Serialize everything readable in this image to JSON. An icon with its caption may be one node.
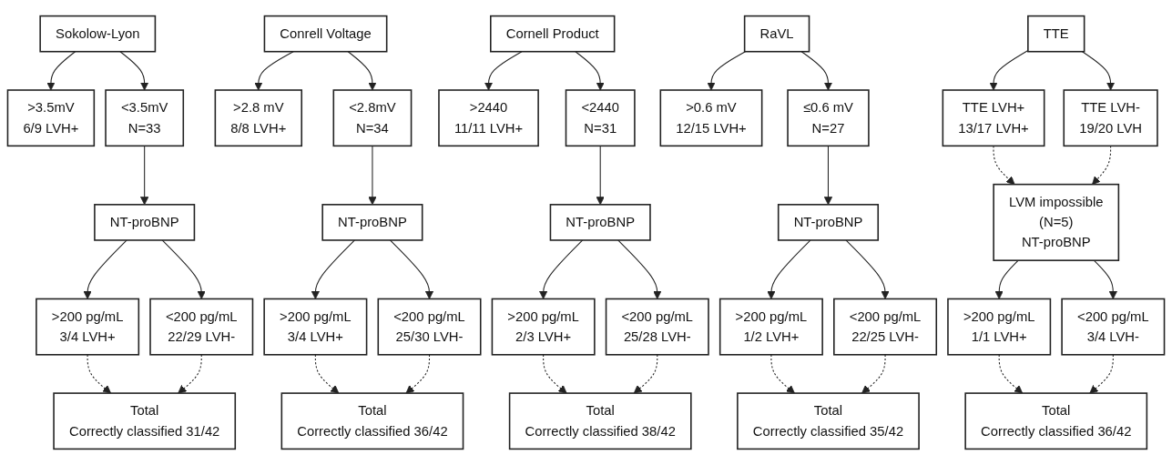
{
  "diagram": {
    "nodes": [
      {
        "text": [
          "Sokolow-Lyon"
        ]
      },
      {
        "text": [
          ">3.5mV",
          "6/9 LVH+"
        ]
      },
      {
        "text": [
          "<3.5mV",
          "N=33"
        ]
      },
      {
        "text": [
          "NT-proBNP"
        ]
      },
      {
        "text": [
          ">200 pg/mL",
          "3/4 LVH+"
        ]
      },
      {
        "text": [
          "<200 pg/mL",
          "22/29 LVH-"
        ]
      },
      {
        "text": [
          "Total",
          "Correctly classified 31/42"
        ]
      },
      {
        "text": [
          "Conrell Voltage"
        ]
      },
      {
        "text": [
          ">2.8 mV",
          "8/8 LVH+"
        ]
      },
      {
        "text": [
          "<2.8mV",
          "N=34"
        ]
      },
      {
        "text": [
          "NT-proBNP"
        ]
      },
      {
        "text": [
          ">200 pg/mL",
          "3/4 LVH+"
        ]
      },
      {
        "text": [
          "<200 pg/mL",
          "25/30 LVH-"
        ]
      },
      {
        "text": [
          "Total",
          "Correctly classified 36/42"
        ]
      },
      {
        "text": [
          "Cornell Product"
        ]
      },
      {
        "text": [
          ">2440",
          "11/11 LVH+"
        ]
      },
      {
        "text": [
          "<2440",
          "N=31"
        ]
      },
      {
        "text": [
          "NT-proBNP"
        ]
      },
      {
        "text": [
          ">200 pg/mL",
          "2/3 LVH+"
        ]
      },
      {
        "text": [
          "<200 pg/mL",
          "25/28 LVH-"
        ]
      },
      {
        "text": [
          "Total",
          "Correctly classified 38/42"
        ]
      },
      {
        "text": [
          "RaVL"
        ]
      },
      {
        "text": [
          ">0.6 mV",
          "12/15 LVH+"
        ]
      },
      {
        "text": [
          "≤0.6 mV",
          "N=27"
        ]
      },
      {
        "text": [
          "NT-proBNP"
        ]
      },
      {
        "text": [
          ">200 pg/mL",
          "1/2 LVH+"
        ]
      },
      {
        "text": [
          "<200 pg/mL",
          "22/25 LVH-"
        ]
      },
      {
        "text": [
          "Total",
          "Correctly classified 35/42"
        ]
      },
      {
        "text": [
          "TTE"
        ]
      },
      {
        "text": [
          "TTE LVH+",
          "13/17 LVH+"
        ]
      },
      {
        "text": [
          "TTE LVH-",
          "19/20 LVH"
        ]
      },
      {
        "text": [
          "LVM impossible",
          "(N=5)",
          "NT-proBNP"
        ]
      },
      {
        "text": [
          ">200 pg/mL",
          "1/1 LVH+"
        ]
      },
      {
        "text": [
          "<200 pg/mL",
          "3/4 LVH-"
        ]
      },
      {
        "text": [
          "Total",
          "Correctly classified 36/42"
        ]
      }
    ],
    "edges": [
      {
        "from": 0,
        "to": 1,
        "arrow": "to"
      },
      {
        "from": 0,
        "to": 2,
        "arrow": "to"
      },
      {
        "from": 2,
        "to": 3,
        "arrow": "to"
      },
      {
        "from": 3,
        "to": 4,
        "arrow": "to"
      },
      {
        "from": 3,
        "to": 5,
        "arrow": "to"
      },
      {
        "from": 4,
        "to": 6,
        "arrow": "to",
        "style": "dashed"
      },
      {
        "from": 5,
        "to": 6,
        "arrow": "to",
        "style": "dashed"
      },
      {
        "from": 7,
        "to": 8,
        "arrow": "to"
      },
      {
        "from": 7,
        "to": 9,
        "arrow": "to"
      },
      {
        "from": 9,
        "to": 10,
        "arrow": "to"
      },
      {
        "from": 10,
        "to": 11,
        "arrow": "to"
      },
      {
        "from": 10,
        "to": 12,
        "arrow": "to"
      },
      {
        "from": 11,
        "to": 13,
        "arrow": "to",
        "style": "dashed"
      },
      {
        "from": 12,
        "to": 13,
        "arrow": "to",
        "style": "dashed"
      },
      {
        "from": 14,
        "to": 15,
        "arrow": "to"
      },
      {
        "from": 14,
        "to": 16,
        "arrow": "to"
      },
      {
        "from": 16,
        "to": 17,
        "arrow": "to"
      },
      {
        "from": 17,
        "to": 18,
        "arrow": "to"
      },
      {
        "from": 17,
        "to": 19,
        "arrow": "to"
      },
      {
        "from": 18,
        "to": 20,
        "arrow": "to",
        "style": "dashed"
      },
      {
        "from": 19,
        "to": 20,
        "arrow": "to",
        "style": "dashed"
      },
      {
        "from": 21,
        "to": 22,
        "arrow": "to"
      },
      {
        "from": 21,
        "to": 23,
        "arrow": "to"
      },
      {
        "from": 23,
        "to": 24,
        "arrow": "to"
      },
      {
        "from": 24,
        "to": 25,
        "arrow": "to"
      },
      {
        "from": 24,
        "to": 26,
        "arrow": "to"
      },
      {
        "from": 25,
        "to": 27,
        "arrow": "to",
        "style": "dashed"
      },
      {
        "from": 26,
        "to": 27,
        "arrow": "to",
        "style": "dashed"
      },
      {
        "from": 28,
        "to": 29,
        "arrow": "to"
      },
      {
        "from": 28,
        "to": 30,
        "arrow": "to"
      },
      {
        "from": 29,
        "to": 31,
        "arrow": "to",
        "style": "dashed"
      },
      {
        "from": 30,
        "to": 31,
        "arrow": "to",
        "style": "dashed"
      },
      {
        "from": 31,
        "to": 32,
        "arrow": "to"
      },
      {
        "from": 31,
        "to": 33,
        "arrow": "to"
      },
      {
        "from": 32,
        "to": 34,
        "arrow": "to",
        "style": "dashed"
      },
      {
        "from": 33,
        "to": 34,
        "arrow": "to",
        "style": "dashed"
      }
    ]
  }
}
